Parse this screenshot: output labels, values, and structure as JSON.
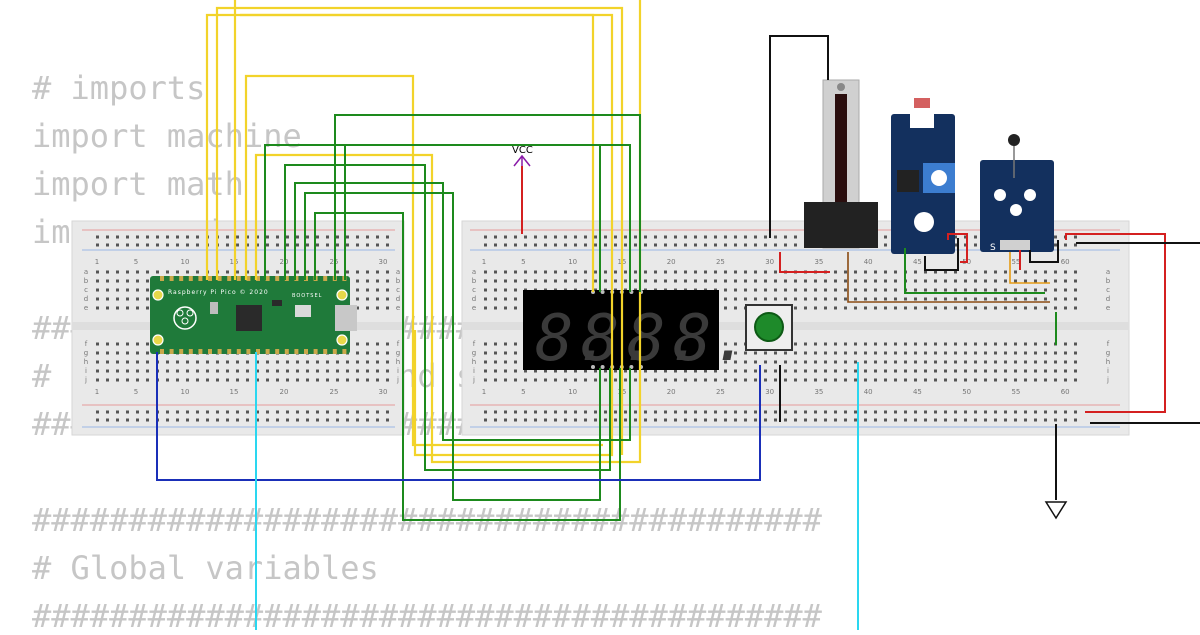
{
  "editor": {
    "lines": [
      "# imports",
      "import machine",
      "import math",
      "import utime",
      "",
      "##############################",
      "# Pin definitions and set up",
      "##############################",
      "",
      "#########################################",
      "# Global variables",
      "#########################################"
    ]
  },
  "circuit": {
    "vcc_label": "VCC",
    "pico_label": "Raspberry Pi Pico © 2020",
    "pico_bootsel": "BOOTSEL",
    "breadboard_columns": [
      "1",
      "5",
      "10",
      "15",
      "20",
      "25",
      "30",
      "35",
      "40",
      "45",
      "50",
      "55",
      "60"
    ],
    "breadboard_rows_top": [
      "a",
      "b",
      "c",
      "d",
      "e"
    ],
    "breadboard_rows_bottom": [
      "f",
      "g",
      "h",
      "i",
      "j"
    ],
    "display_digits": [
      "8.",
      "8.",
      "8.",
      "8."
    ],
    "ky_module_label": "S",
    "colors": {
      "wire_yellow": "#f2d32a",
      "wire_green": "#1d8a1d",
      "wire_blue": "#1a2fb8",
      "wire_cyan": "#2ad7f0",
      "wire_red": "#d42020",
      "wire_black": "#111111",
      "wire_brown": "#8a4a12",
      "pico_green": "#1f7a3a",
      "module_blue": "#13305e",
      "breadboard": "#eaeaea",
      "display_segment": "#3a3a3a"
    }
  }
}
